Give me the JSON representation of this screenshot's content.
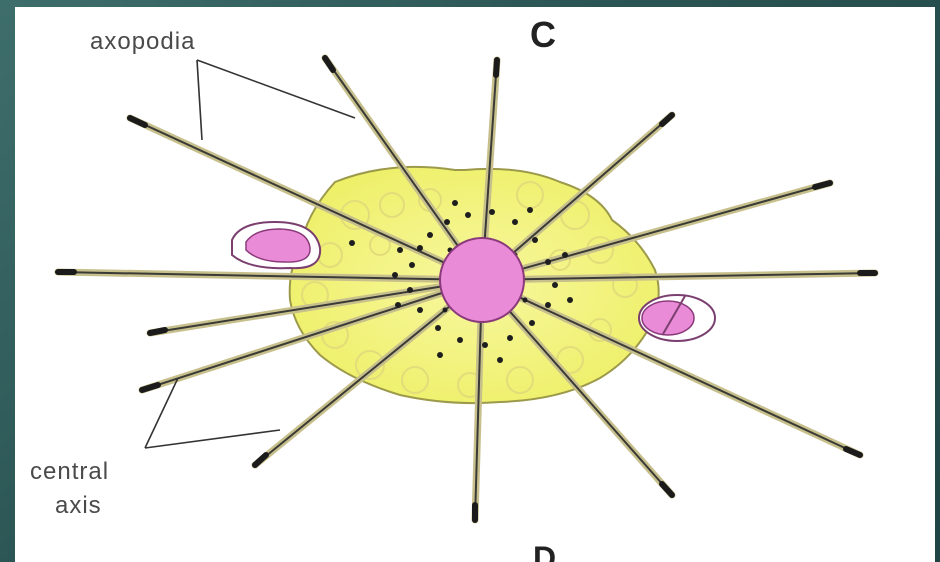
{
  "labels": {
    "axopodia": "axopodia",
    "central_axis_line1": "central",
    "central_axis_line2": "axis",
    "panel_c": "C",
    "panel_d": "D"
  },
  "colors": {
    "background": "#2f5a5a",
    "slide": "#ffffff",
    "cytoplasm": "#f4f28a",
    "nucleus": "#e98ad6",
    "vacuole": "#e98ad6",
    "spine_dark": "#2f2f2f",
    "spine_light": "#c9c49a",
    "granule": "#1e1e1e"
  }
}
